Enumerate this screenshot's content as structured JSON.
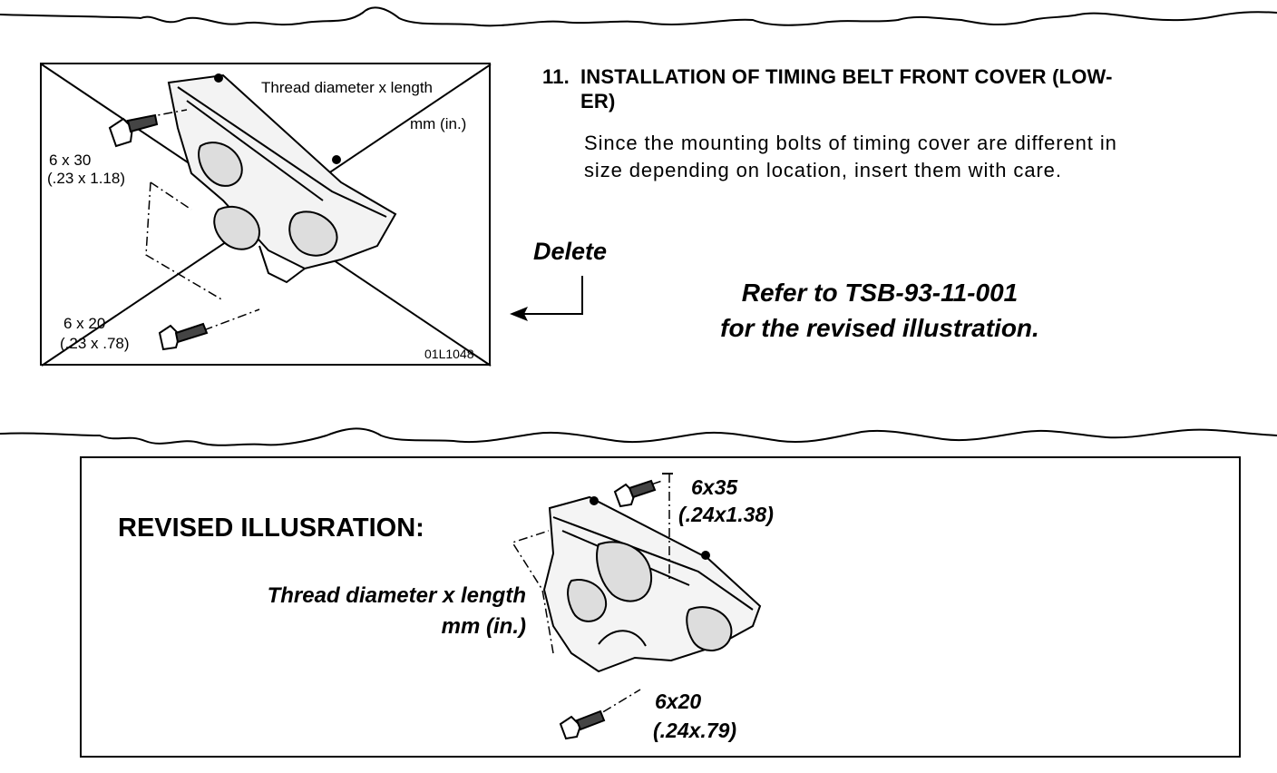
{
  "old_illustration": {
    "thread_label_line1": "Thread diameter x length",
    "thread_label_line2": "mm (in.)",
    "bolt_upper_size": "6 x 30",
    "bolt_upper_inches": "(.23 x 1.18)",
    "bolt_lower_size": "6 x 20",
    "bolt_lower_inches": "(.23 x .78)",
    "figure_code": "01L1048"
  },
  "step": {
    "number": "11.",
    "title_line1": "INSTALLATION OF TIMING BELT FRONT COVER (LOW-",
    "title_line2": "ER)",
    "body_line1": "Since the mounting bolts of timing cover are different in",
    "body_line2": "size depending on location, insert them with care."
  },
  "delete_label": "Delete",
  "refer_note": {
    "line1": "Refer to TSB-93-11-001",
    "line2": "for the revised illustration."
  },
  "revised_illustration": {
    "title": "REVISED ILLUSRATION:",
    "thread_label_line1": "Thread diameter x length",
    "thread_label_line2": "mm (in.)",
    "bolt_upper_size": "6x35",
    "bolt_upper_inches": "(.24x1.38)",
    "bolt_lower_size": "6x20",
    "bolt_lower_inches": "(.24x.79)"
  }
}
